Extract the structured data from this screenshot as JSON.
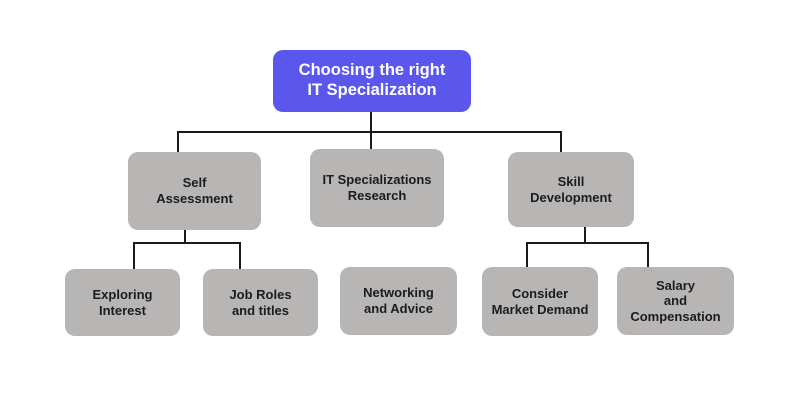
{
  "diagram": {
    "root": {
      "label": "Choosing the right\nIT Specialization",
      "color": "#5b57ec"
    },
    "branches": [
      {
        "id": "self",
        "label": "Self\nAssessment",
        "children": [
          {
            "id": "explore",
            "label": "Exploring\nInterest"
          },
          {
            "id": "jobs",
            "label": "Job Roles\nand titles"
          }
        ]
      },
      {
        "id": "it",
        "label": "IT Specializations\nResearch",
        "children": [
          {
            "id": "network",
            "label": "Networking\nand Advice"
          }
        ]
      },
      {
        "id": "skill",
        "label": "Skill\nDevelopment",
        "children": [
          {
            "id": "market",
            "label": "Consider\nMarket Demand"
          },
          {
            "id": "salary",
            "label": "Salary\nand\nCompensation"
          }
        ]
      }
    ],
    "node_color": "#b8b5b5",
    "line_color": "#1a1a1a"
  }
}
